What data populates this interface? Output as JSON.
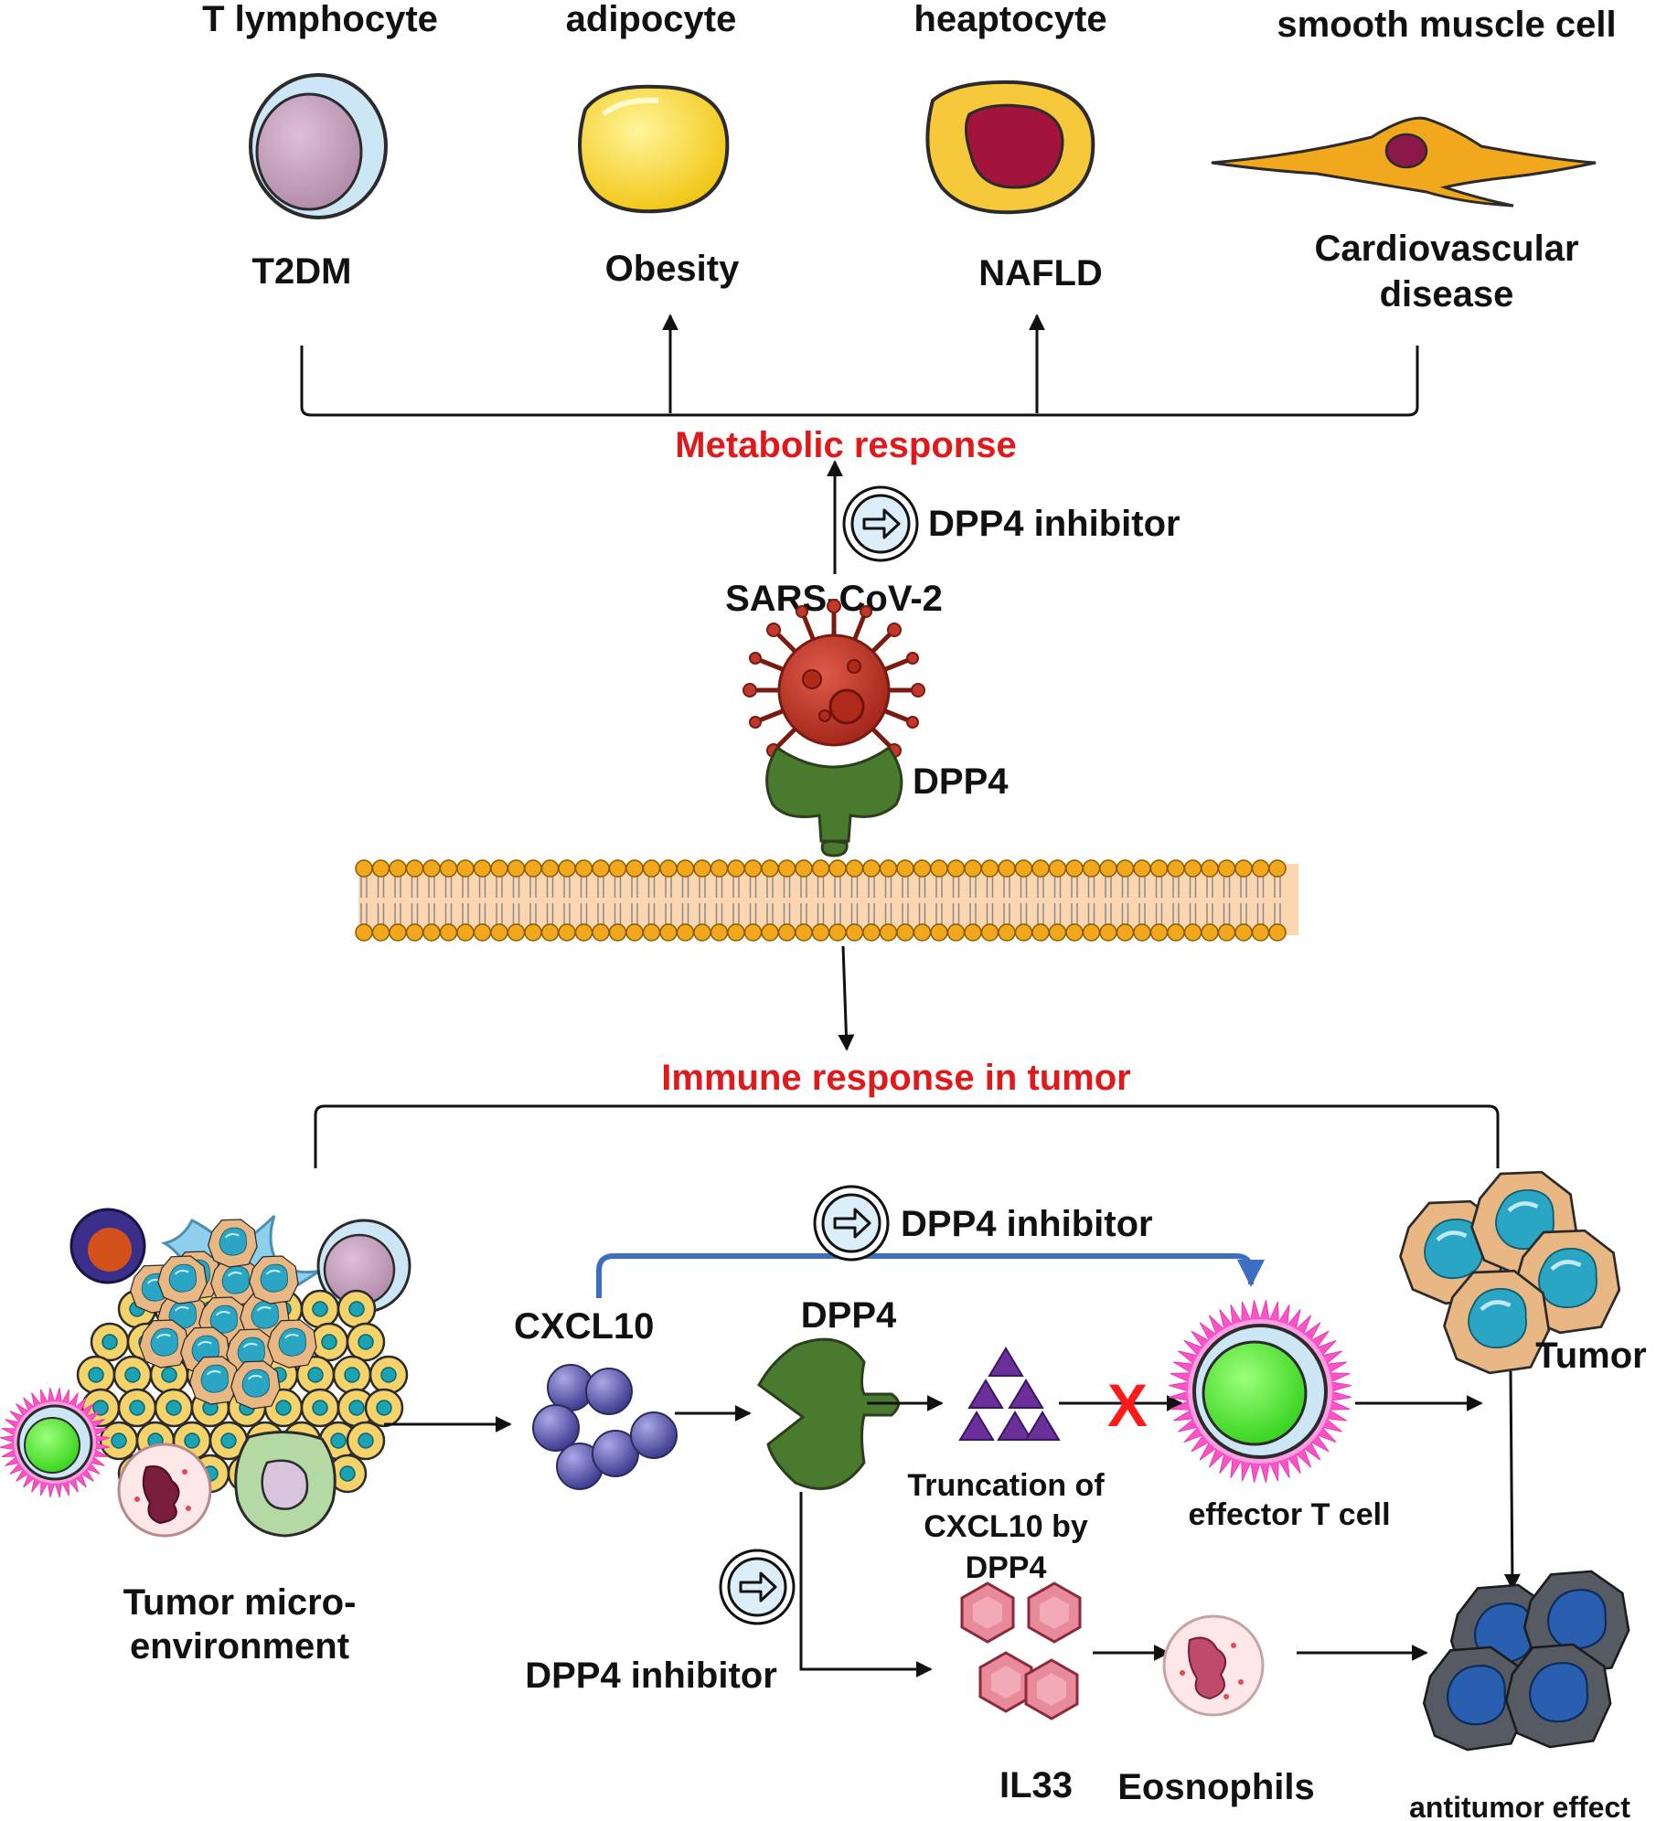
{
  "cells_top": {
    "t_lymphocyte": "T lymphocyte",
    "adipocyte": "adipocyte",
    "hepatocyte": "heaptocyte",
    "smooth_muscle": "smooth muscle cell"
  },
  "diseases": {
    "t2dm": "T2DM",
    "obesity": "Obesity",
    "nafld": "NAFLD",
    "cvd_line1": "Cardiovascular",
    "cvd_line2": "disease"
  },
  "metabolic_response": "Metabolic response",
  "inhibitor_label": "DPP4 inhibitor",
  "virus_label": "SARS-CoV-2",
  "receptor_label": "DPP4",
  "immune_response": "Immune response in tumor",
  "tme_line1": "Tumor micro-",
  "tme_line2": "environment",
  "cxcl10": "CXCL10",
  "dpp4_enzyme": "DPP4",
  "truncation": [
    "Truncation of",
    "CXCL10 by",
    "DPP4"
  ],
  "effector": "effector T cell",
  "tumor": "Tumor",
  "il33": "IL33",
  "eosinophils": "Eosnophils",
  "antitumor": "antitumor effect",
  "colors": {
    "title_red": "#e2191b",
    "membrane_orange": "#f2a81d",
    "receptor_green": "#4a7a2e",
    "virus_red": "#c0392b",
    "cxcl10_purple": "#5b5aa8",
    "fragment_purple": "#6b2f9a",
    "il33_pink": "#e98a9a",
    "bracket_blue": "#3a6fc4",
    "inhibit_x": "#ff1a1a"
  },
  "icons": [
    "t-lymphocyte-icon",
    "adipocyte-icon",
    "hepatocyte-icon",
    "smooth-muscle-cell-icon",
    "inhibitor-icon",
    "virus-icon",
    "dpp4-receptor-icon",
    "cell-membrane-icon",
    "tumor-microenvironment-icon",
    "cxcl10-icon",
    "dpp4-enzyme-icon",
    "cxcl10-fragment-icon",
    "inhibition-x-icon",
    "effector-t-cell-icon",
    "tumor-cells-icon",
    "il33-icon",
    "eosinophil-icon",
    "antitumor-cells-icon"
  ]
}
